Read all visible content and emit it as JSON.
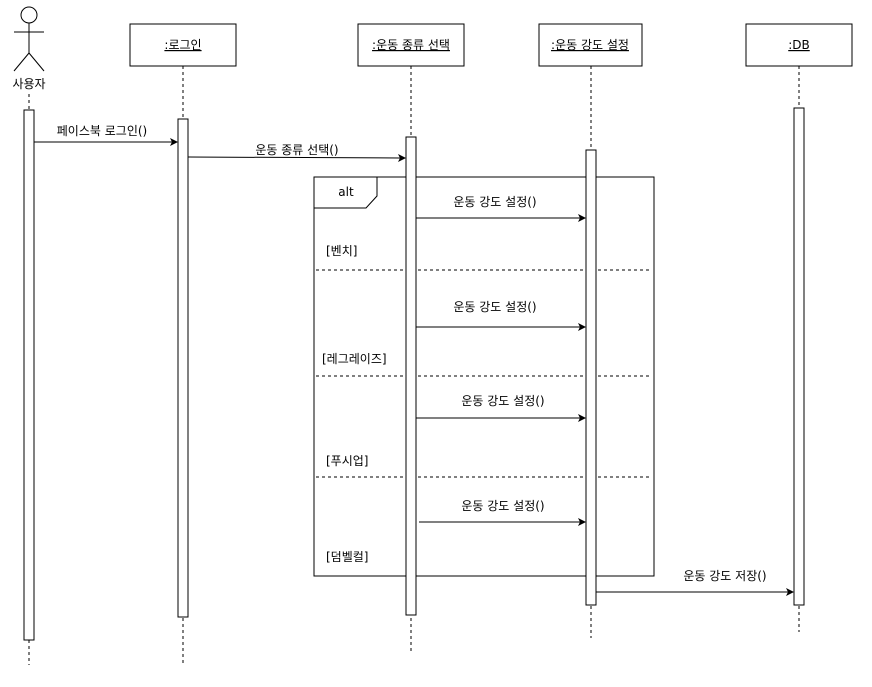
{
  "actor": {
    "name": "사용자"
  },
  "lifelines": [
    {
      "id": "login",
      "title": ":로그인"
    },
    {
      "id": "exercise-type",
      "title": ":운동 종류 선택"
    },
    {
      "id": "intensity",
      "title": ":운동 강도 설정"
    },
    {
      "id": "db",
      "title": ":DB"
    }
  ],
  "messages": [
    {
      "id": "facebook-login",
      "label": "페이스북 로그인()"
    },
    {
      "id": "select-exercise",
      "label": "운동 종류 선택()"
    },
    {
      "id": "set-intensity-1",
      "label": "운동 강도 설정()"
    },
    {
      "id": "set-intensity-2",
      "label": "운동 강도 설정()"
    },
    {
      "id": "set-intensity-3",
      "label": "운동 강도 설정()"
    },
    {
      "id": "set-intensity-4",
      "label": "운동 강도 설정()"
    },
    {
      "id": "save-intensity",
      "label": "운동 강도 저장()"
    }
  ],
  "alt_fragment": {
    "label": "alt",
    "guards": [
      "[벤치]",
      "[레그레이즈]",
      "[푸시업]",
      "[덤벨컬]"
    ]
  }
}
